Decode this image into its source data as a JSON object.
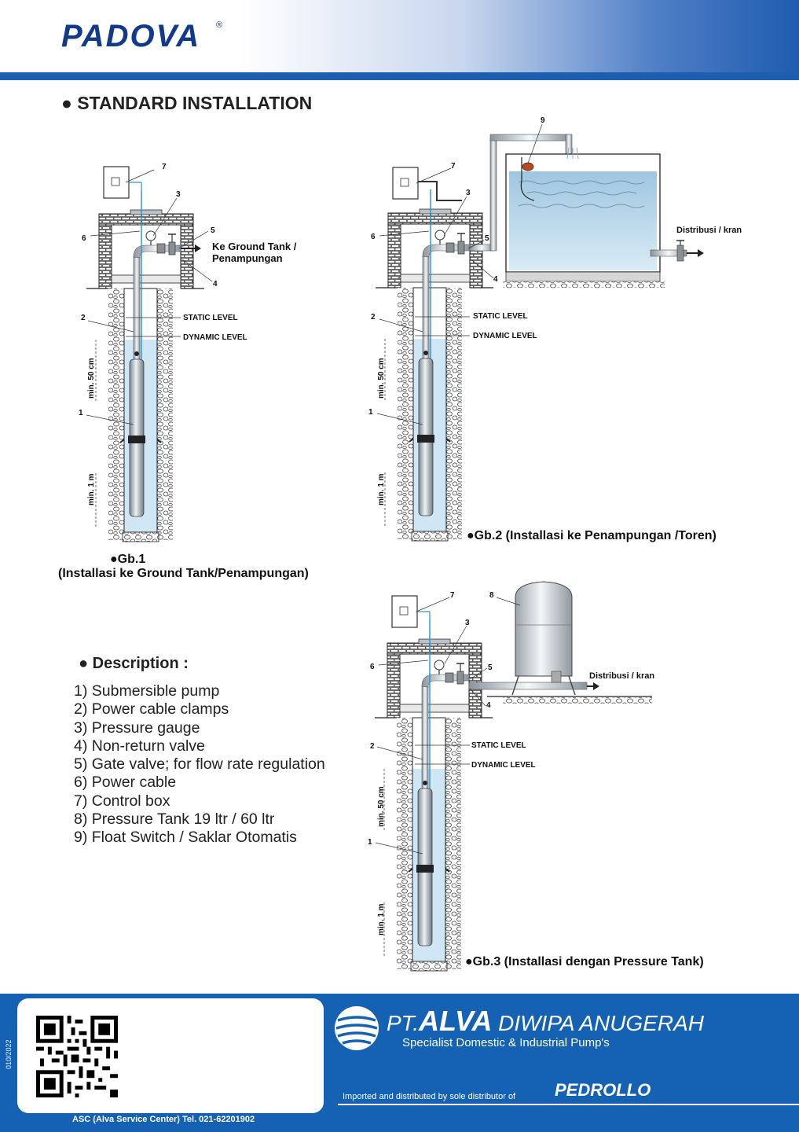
{
  "header": {
    "brand": "PADOVA",
    "registered_mark": "®"
  },
  "section_title": "● STANDARD INSTALLATION",
  "diagram_labels": {
    "static_level": "STATIC LEVEL",
    "dynamic_level": "DYNAMIC LEVEL",
    "min_50": "min. 50 cm",
    "min_1m": "min. 1 m",
    "ground_tank": "Ke Ground Tank /",
    "ground_tank_2": "Penampungan",
    "distribusi": "Distribusi / kran",
    "n1": "1",
    "n2": "2",
    "n3": "3",
    "n4": "4",
    "n5": "5",
    "n6": "6",
    "n7": "7",
    "n8": "8",
    "n9": "9"
  },
  "captions": {
    "gb1_title": "●Gb.1",
    "gb1_sub": "(Installasi ke Ground Tank/Penampungan)",
    "gb2": "●Gb.2 (Installasi ke Penampungan /Toren)",
    "gb3": "●Gb.3 (Installasi dengan Pressure Tank)"
  },
  "description": {
    "title": "● Description :",
    "items": [
      "1) Submersible pump",
      "2) Power cable clamps",
      "3) Pressure gauge",
      "4) Non-return valve",
      "5) Gate valve; for flow rate regulation",
      "6) Power cable",
      "7) Control box",
      "8) Pressure Tank 19 ltr / 60 ltr",
      "9) Float Switch / Saklar Otomatis"
    ]
  },
  "footer": {
    "company_prefix": "PT.",
    "company_bold": "ALVA",
    "company_rest": " DIWIPA ANUGERAH",
    "tagline": "Specialist Domestic & Industrial Pump's",
    "imported": "Imported and distributed by sole distributor of",
    "pedrollo": "PEDROLLO",
    "asc": "ASC (Alva Service Center) Tel. 021-62201902",
    "side_code": "010/2022"
  },
  "colors": {
    "brand_blue": "#1562b4",
    "water": "#cfe6f4",
    "cable": "#2e8fc9"
  }
}
